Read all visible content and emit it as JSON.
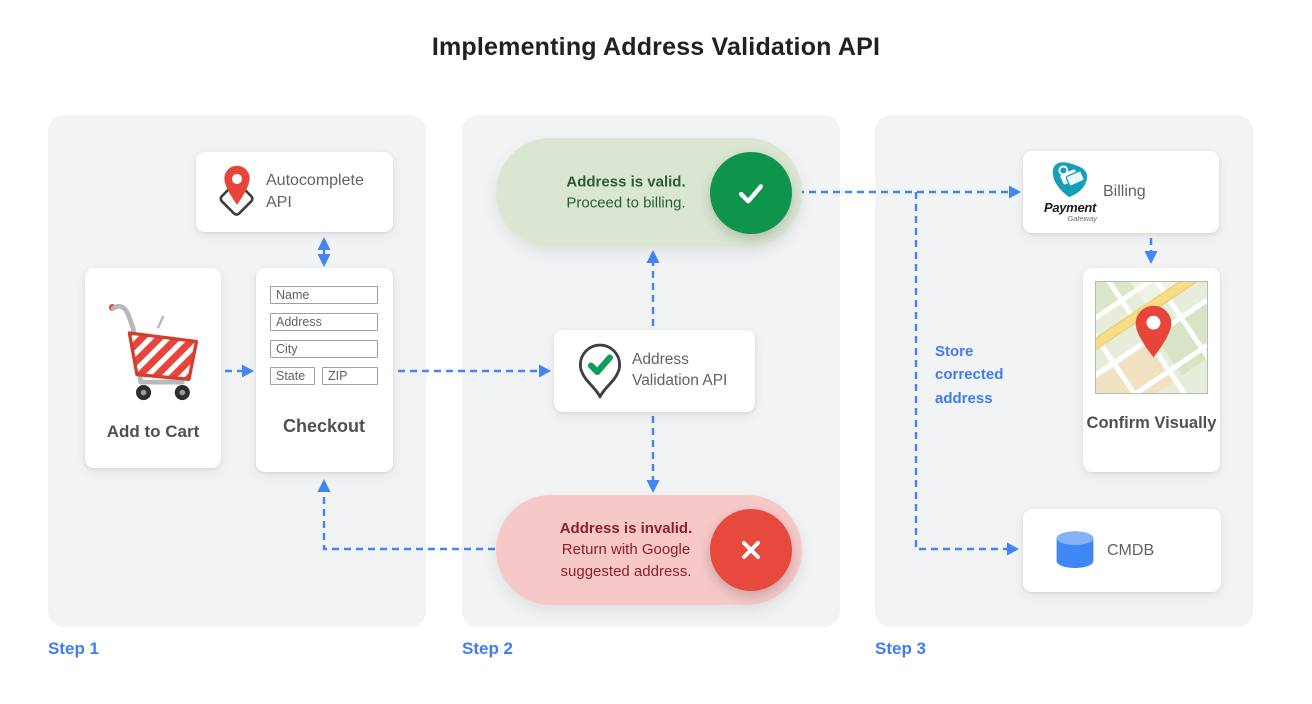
{
  "title": "Implementing Address Validation API",
  "colors": {
    "accent_blue": "#4285F4",
    "success_green": "#0E944B",
    "error_red": "#E8493D",
    "valid_pill_bg": "#D9E7D2",
    "invalid_pill_bg": "#F6C8C8",
    "panel_bg": "#F1F3F4"
  },
  "step1": {
    "label": "Step 1",
    "autocomplete_card": {
      "title": "Autocomplete API"
    },
    "add_to_cart_card": {
      "title": "Add to Cart"
    },
    "checkout_card": {
      "title": "Checkout",
      "fields": [
        "Name",
        "Address",
        "City",
        "State",
        "ZIP"
      ]
    }
  },
  "step2": {
    "label": "Step 2",
    "valid_pill": {
      "headline": "Address is valid.",
      "body": "Proceed to billing."
    },
    "api_card": {
      "title": "Address Validation API"
    },
    "invalid_pill": {
      "headline": "Address is invalid.",
      "body": "Return with Google suggested address."
    }
  },
  "step3": {
    "label": "Step 3",
    "billing_card": {
      "title": "Billing",
      "logo_primary": "Payment",
      "logo_secondary": "Gateway"
    },
    "confirm_card": {
      "title": "Confirm Visually"
    },
    "cmdb_card": {
      "title": "CMDB"
    },
    "annotation": "Store corrected address"
  }
}
